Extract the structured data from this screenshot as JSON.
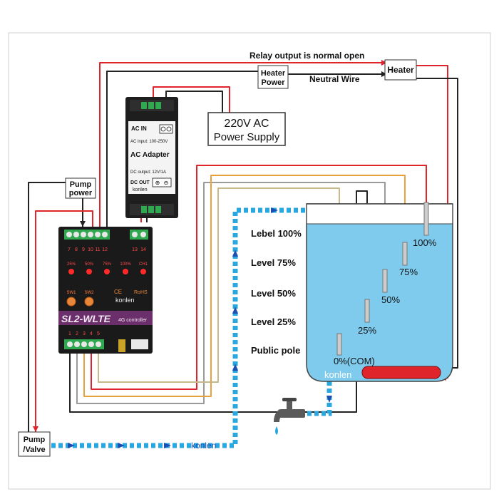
{
  "top_labels": {
    "relay_note": "Relay output is normal open",
    "neutral_wire": "Neutral Wire"
  },
  "boxes": {
    "heater": "Heater",
    "heater_power_line1": "Heater",
    "heater_power_line2": "Power",
    "supply_line1": "220V  AC",
    "supply_line2": "Power Supply",
    "pump_power_line1": "Pump",
    "pump_power_line2": "power",
    "pump_valve_line1": "Pump",
    "pump_valve_line2": "/Valve"
  },
  "adapter": {
    "ac_in": "AC  IN",
    "ac_input": "AC input: 100-250V",
    "title": "AC Adapter",
    "dc_output": "DC output: 12V/1A",
    "dc_out": "DC OUT",
    "brand": "konlen"
  },
  "controller": {
    "top_terminal_numbers": [
      "7",
      "8",
      "9",
      "10",
      "11",
      "12"
    ],
    "right_terminal_numbers": [
      "13",
      "14"
    ],
    "leds": [
      "25%",
      "50%",
      "75%",
      "100%",
      "CH1"
    ],
    "sw1": "SW1",
    "sw2": "SW2",
    "ce": "CE",
    "rohs": "RoHS",
    "brand": "konlen",
    "model": "SL2-WLTE",
    "subtitle": "4G controller",
    "bottom_terminal_numbers": [
      "1",
      "2",
      "3",
      "4",
      "5"
    ]
  },
  "tank": {
    "level_labels": [
      "Lebel 100%",
      "Level 75%",
      "Level 50%",
      "Level 25%",
      "Public pole"
    ],
    "probe_labels": [
      "100%",
      "75%",
      "50%",
      "25%",
      "0%(COM)"
    ],
    "brand": "konlen"
  },
  "pipe_label": "konlen",
  "colors": {
    "red_wire": "#e0242b",
    "black_wire": "#222222",
    "orange_wire": "#e8a23c",
    "tan_wire": "#c8b98a",
    "gray_wire": "#9a9a9a",
    "water": "#29a8e0",
    "tank_water": "#7ecbee",
    "controller_purple": "#6b2f6b",
    "led_red": "#ff2a2a"
  }
}
